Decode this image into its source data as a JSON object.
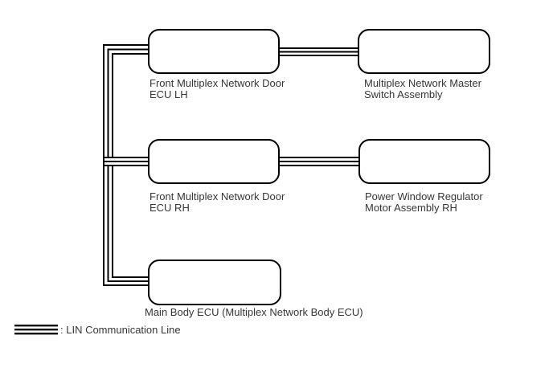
{
  "diagram": {
    "nodes": [
      {
        "id": "front-multiplex-network-door-ecu-lh",
        "label": "Front Multiplex Network Door\nECU LH"
      },
      {
        "id": "multiplex-network-master-switch-assembly",
        "label": "Multiplex Network Master\nSwitch Assembly"
      },
      {
        "id": "front-multiplex-network-door-ecu-rh",
        "label": "Front Multiplex Network Door\nECU RH"
      },
      {
        "id": "power-window-regulator-motor-assembly-rh",
        "label": "Power Window Regulator\nMotor Assembly RH"
      },
      {
        "id": "main-body-ecu",
        "label": "Main Body ECU (Multiplex Network Body ECU)"
      }
    ],
    "edges": [
      {
        "from": "main-body-ecu",
        "to": "front-multiplex-network-door-ecu-lh",
        "type": "LIN Communication Line"
      },
      {
        "from": "main-body-ecu",
        "to": "front-multiplex-network-door-ecu-rh",
        "type": "LIN Communication Line"
      },
      {
        "from": "front-multiplex-network-door-ecu-lh",
        "to": "multiplex-network-master-switch-assembly",
        "type": "LIN Communication Line"
      },
      {
        "from": "front-multiplex-network-door-ecu-rh",
        "to": "power-window-regulator-motor-assembly-rh",
        "type": "LIN Communication Line"
      }
    ],
    "legend": {
      "symbol": "triple-line",
      "label": ": LIN Communication Line"
    },
    "colors": {
      "line": "#000000",
      "background": "#ffffff",
      "text": "#363636"
    }
  }
}
